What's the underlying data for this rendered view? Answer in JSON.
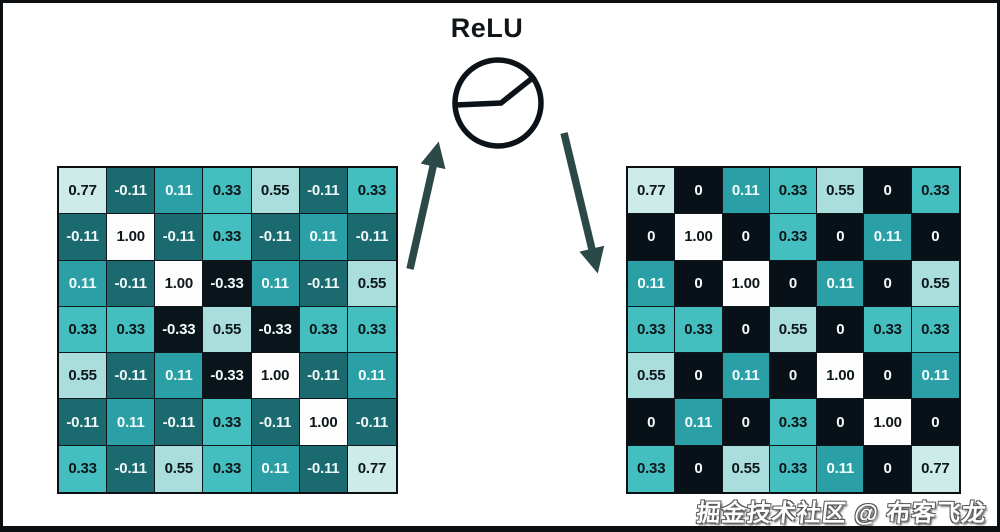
{
  "title": "ReLU",
  "watermark": "掘金技术社区 @ 布客飞龙",
  "icons": {
    "relu_function": "circle-with-relu-curve-icon",
    "input_arrow": "arrow-up-right-icon",
    "output_arrow": "arrow-down-right-icon"
  },
  "colors": {
    "frame": "#0b0f12",
    "circle_stroke": "#0c1217",
    "arrow": "#2b4a47",
    "cell_border": "#0d161a"
  },
  "value_styles": {
    "1.00": {
      "bg": "#fdfdfd",
      "fg": "#0d1619"
    },
    "0.77": {
      "bg": "#cdebe9",
      "fg": "#0d1619"
    },
    "0.55": {
      "bg": "#a9dedc",
      "fg": "#0d1619"
    },
    "0.33": {
      "bg": "#45bec0",
      "fg": "#0d1619"
    },
    "0.11": {
      "bg": "#2a9fa5",
      "fg": "#f2fbfb"
    },
    "-0.11": {
      "bg": "#1b6a70",
      "fg": "#eef8f8"
    },
    "-0.33": {
      "bg": "#0a151b",
      "fg": "#f4fafa"
    },
    "0": {
      "bg": "#081018",
      "fg": "#f4fafa"
    }
  },
  "chart_data": [
    {
      "type": "heatmap",
      "name": "input-feature-map",
      "rows": [
        [
          "0.77",
          "-0.11",
          "0.11",
          "0.33",
          "0.55",
          "-0.11",
          "0.33"
        ],
        [
          "-0.11",
          "1.00",
          "-0.11",
          "0.33",
          "-0.11",
          "0.11",
          "-0.11"
        ],
        [
          "0.11",
          "-0.11",
          "1.00",
          "-0.33",
          "0.11",
          "-0.11",
          "0.55"
        ],
        [
          "0.33",
          "0.33",
          "-0.33",
          "0.55",
          "-0.33",
          "0.33",
          "0.33"
        ],
        [
          "0.55",
          "-0.11",
          "0.11",
          "-0.33",
          "1.00",
          "-0.11",
          "0.11"
        ],
        [
          "-0.11",
          "0.11",
          "-0.11",
          "0.33",
          "-0.11",
          "1.00",
          "-0.11"
        ],
        [
          "0.33",
          "-0.11",
          "0.55",
          "0.33",
          "0.11",
          "-0.11",
          "0.77"
        ]
      ]
    },
    {
      "type": "heatmap",
      "name": "output-feature-map-after-relu",
      "rows": [
        [
          "0.77",
          "0",
          "0.11",
          "0.33",
          "0.55",
          "0",
          "0.33"
        ],
        [
          "0",
          "1.00",
          "0",
          "0.33",
          "0",
          "0.11",
          "0"
        ],
        [
          "0.11",
          "0",
          "1.00",
          "0",
          "0.11",
          "0",
          "0.55"
        ],
        [
          "0.33",
          "0.33",
          "0",
          "0.55",
          "0",
          "0.33",
          "0.33"
        ],
        [
          "0.55",
          "0",
          "0.11",
          "0",
          "1.00",
          "0",
          "0.11"
        ],
        [
          "0",
          "0.11",
          "0",
          "0.33",
          "0",
          "1.00",
          "0"
        ],
        [
          "0.33",
          "0",
          "0.55",
          "0.33",
          "0.11",
          "0",
          "0.77"
        ]
      ]
    }
  ]
}
